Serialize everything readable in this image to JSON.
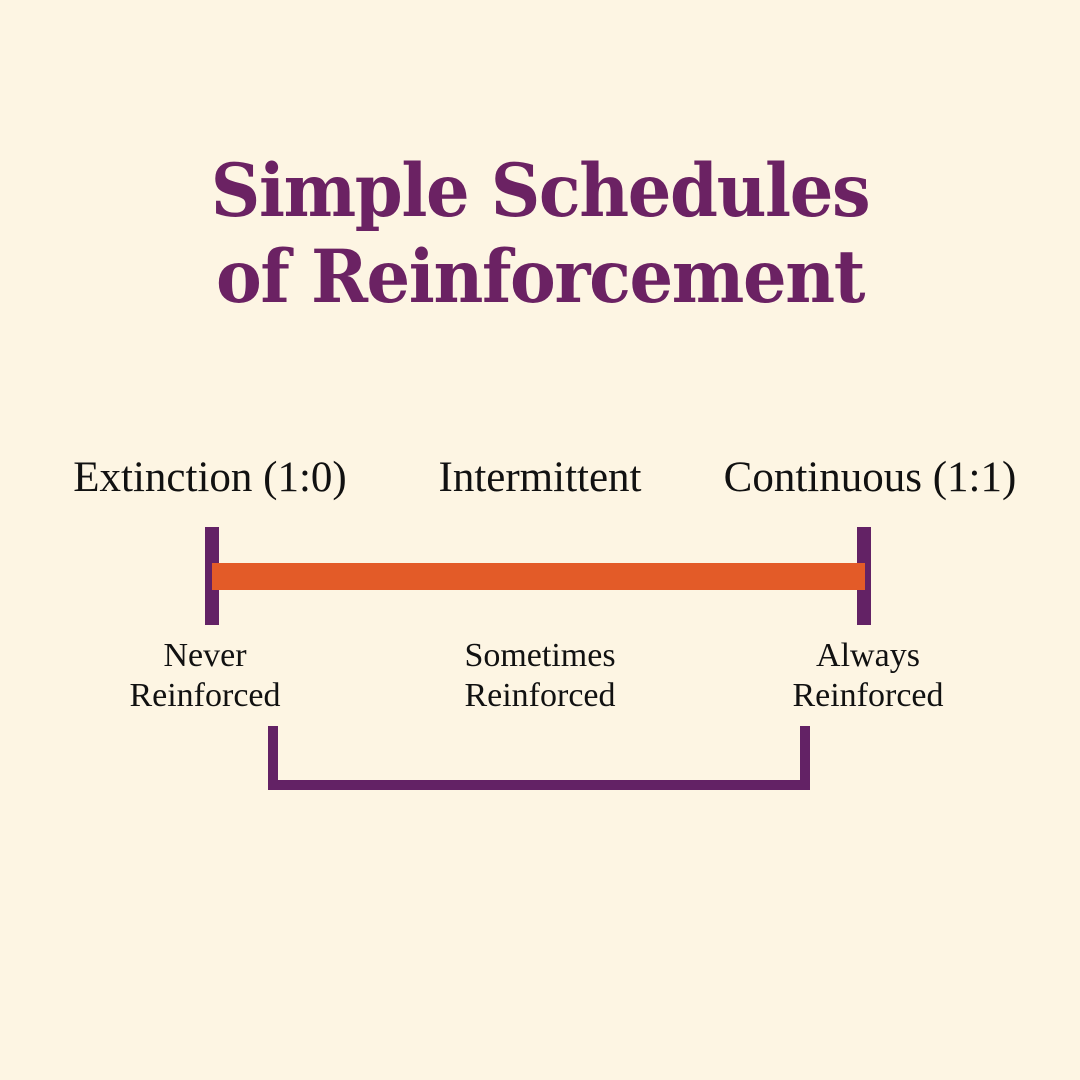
{
  "poster": {
    "background_color": "#FDF5E3",
    "title": {
      "line1": "Simple Schedules",
      "line2": "of Reinforcement",
      "color": "#6B2263"
    },
    "colors": {
      "purple": "#632265",
      "title_purple": "#6B2263",
      "orange": "#E35B28",
      "text": "#111111",
      "background": "#FDF5E3"
    },
    "scale": {
      "top_labels": [
        {
          "id": "extinction",
          "text": "Extinction (1:0)"
        },
        {
          "id": "intermittent",
          "text": "Intermittent"
        },
        {
          "id": "continuous",
          "text": "Continuous (1:1)"
        }
      ],
      "bottom_labels": [
        {
          "id": "never",
          "text": "Never\nReinforced"
        },
        {
          "id": "sometimes",
          "text": "Sometimes\nReinforced"
        },
        {
          "id": "always",
          "text": "Always\nReinforced"
        }
      ],
      "tick_marks": 2,
      "continuum_bar_color": "#E35B28",
      "bracket_color": "#632265"
    }
  }
}
